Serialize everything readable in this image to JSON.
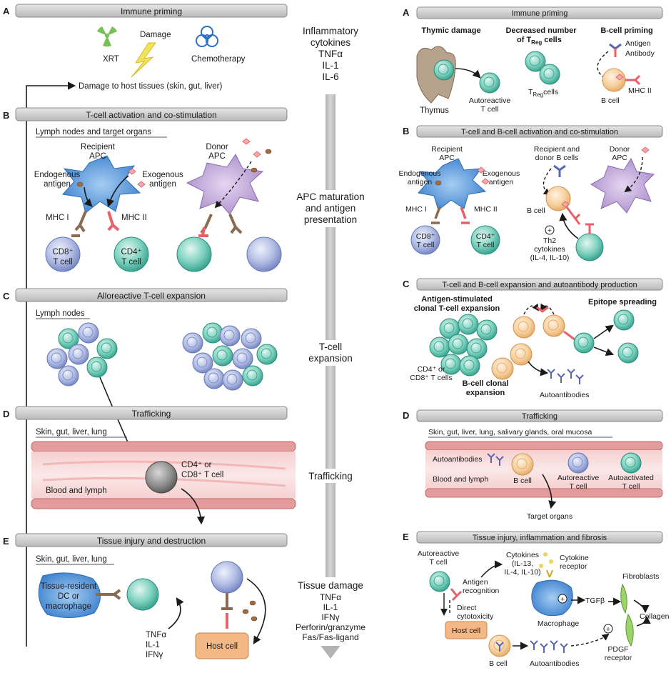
{
  "left": {
    "A": {
      "letter": "A",
      "title": "Immune priming",
      "xrt": "XRT",
      "damage": "Damage",
      "chemo": "Chemotherapy",
      "damage_tissues": "Damage to host tissues (skin, gut, liver)"
    },
    "B": {
      "letter": "B",
      "title": "T-cell activation and co-stimulation",
      "subtitle": "Lymph nodes and target organs",
      "recipient_apc": [
        "Recipient",
        "APC"
      ],
      "donor_apc": [
        "Donor",
        "APC"
      ],
      "endogenous": [
        "Endogenous",
        "antigen"
      ],
      "exogenous": [
        "Exogenous",
        "antigen"
      ],
      "mhc1": "MHC I",
      "mhc2": "MHC II",
      "cd8": [
        "CD8⁺",
        "T cell"
      ],
      "cd4": [
        "CD4⁺",
        "T cell"
      ]
    },
    "C": {
      "letter": "C",
      "title": "Alloreactive T-cell expansion",
      "subtitle": "Lymph nodes"
    },
    "D": {
      "letter": "D",
      "title": "Trafficking",
      "subtitle": "Skin, gut, liver, lung",
      "blood": "Blood and lymph",
      "cell": [
        "CD4⁺ or",
        "CD8⁺ T cell"
      ]
    },
    "E": {
      "letter": "E",
      "title": "Tissue injury and destruction",
      "subtitle": "Skin, gut, liver, lung",
      "dc": [
        "Tissue-resident",
        "DC or",
        "macrophage"
      ],
      "host": "Host cell",
      "cytokines": [
        "TNFα",
        "IL-1",
        "IFNγ"
      ]
    }
  },
  "flow": {
    "inflammatory": [
      "Inflammatory",
      "cytokines",
      "TNFα",
      "IL-1",
      "IL-6"
    ],
    "apc": [
      "APC maturation",
      "and antigen",
      "presentation"
    ],
    "expansion": [
      "T-cell",
      "expansion"
    ],
    "trafficking": "Trafficking",
    "damage": [
      "Tissue damage",
      "TNFα",
      "IL-1",
      "IFNγ",
      "Perforin/granzyme",
      "Fas/Fas-ligand"
    ]
  },
  "right": {
    "A": {
      "letter": "A",
      "title": "Immune priming",
      "thymic": "Thymic damage",
      "decreased": [
        "Decreased number",
        "of T"
      ],
      "reg_sub": "Reg",
      "cells_suffix": " cells",
      "bcell_priming": "B-cell priming",
      "antigen": "Antigen",
      "antibody": "Antibody",
      "mhc2": "MHC II",
      "bcell": "B  cell",
      "thymus": "Thymus",
      "autoreactive": [
        "Autoreactive",
        "T cell"
      ],
      "treg": "T",
      "treg_suffix": "cells"
    },
    "B": {
      "letter": "B",
      "title": "T-cell and B-cell activation and co-stimulation",
      "recipient_apc": [
        "Recipient",
        "APC"
      ],
      "endogenous": [
        "Endogenous",
        "antigen"
      ],
      "exogenous": [
        "Exogenous",
        "antigen"
      ],
      "mhc1": "MHC I",
      "mhc2": "MHC II",
      "cd8": [
        "CD8⁺",
        "T cell"
      ],
      "cd4": [
        "CD4⁺",
        "T cell"
      ],
      "recip_donor_b": [
        "Recipient and",
        "donor B cells"
      ],
      "donor_apc": [
        "Donor",
        "APC"
      ],
      "bcell": "B cell",
      "th2": [
        "Th2",
        "cytokines",
        "(IL-4, IL-10)"
      ]
    },
    "C": {
      "letter": "C",
      "title": "T-cell and B-cell expansion and autoantibody production",
      "clonal": [
        "Antigen-stimulated",
        "clonal T-cell expansion"
      ],
      "epitope": "Epitope spreading",
      "cd": [
        "CD4⁺ or",
        "CD8⁺ T cells"
      ],
      "bclonal": [
        "B-cell clonal",
        "expansion"
      ],
      "autoab": "Autoantibodies"
    },
    "D": {
      "letter": "D",
      "title": "Trafficking",
      "subtitle": "Skin, gut, liver, lung, salivary glands, oral mucosa",
      "autoab": "Autoantibodies",
      "blood": "Blood and lymph",
      "bcell": "B cell",
      "autoreactive": [
        "Autoreactive",
        "T cell"
      ],
      "autoactivated": [
        "Autoactivated",
        "T cell"
      ],
      "target": "Target organs"
    },
    "E": {
      "letter": "E",
      "title": "Tissue injury, inflammation and fibrosis",
      "autoreactive": [
        "Autoreactive",
        "T cell"
      ],
      "cytokines": [
        "Cytokines",
        "(IL-13,",
        "IL-4, IL-10)"
      ],
      "cyt_receptor": [
        "Cytokine",
        "receptor"
      ],
      "antigen_rec": [
        "Antigen",
        "recognition"
      ],
      "direct": [
        "Direct",
        "cytotoxicity"
      ],
      "host": "Host cell",
      "macrophage": "Macrophage",
      "tgfb": "TGFβ",
      "fibroblasts": "Fibroblasts",
      "collagen": "Collagen",
      "bcell": "B cell",
      "autoab": "Autoantibodies",
      "pdgf": [
        "PDGF",
        "receptor"
      ]
    }
  },
  "colors": {
    "bar": "#c9c9c9",
    "t_cell_green": "#5cc3b0",
    "t_cell_blue": "#9aa9d8",
    "apc_blue": "#4a8fd6",
    "apc_purple": "#b99ad4",
    "b_cell": "#f5c896",
    "vessel": "#e7a7a6",
    "mhc": "#e8606a",
    "host": "#f4b886"
  }
}
